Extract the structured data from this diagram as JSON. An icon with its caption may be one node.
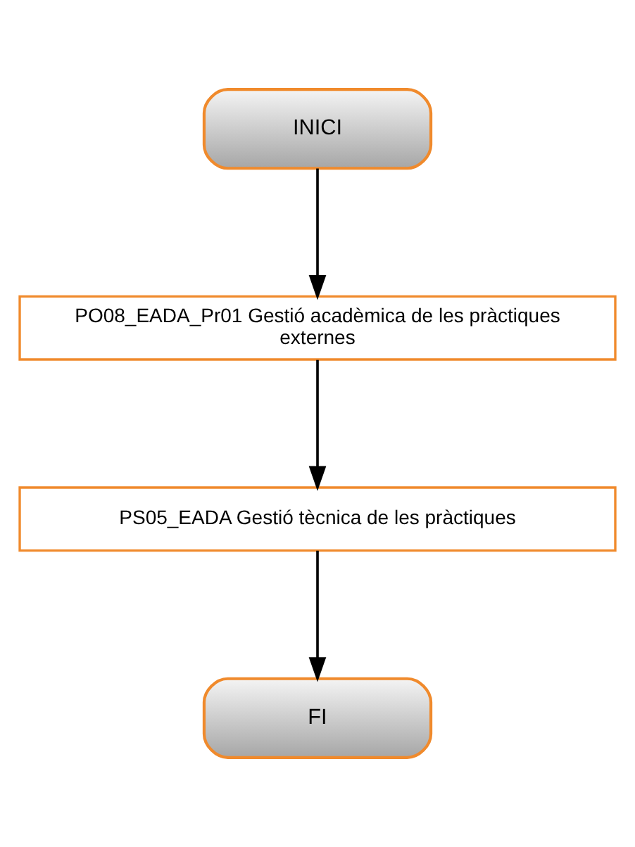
{
  "diagram": {
    "nodes": [
      {
        "text": [
          "INICI"
        ]
      },
      {
        "text": [
          "PO08_EADA_Pr01 Gestió acadèmica de les pràctiques externes"
        ]
      },
      {
        "text": [
          "PS05_EADA Gestió tècnica de les pràctiques"
        ]
      },
      {
        "text": [
          "FI"
        ]
      }
    ],
    "edges": [
      {
        "from": 0,
        "to": 1,
        "arrow": "to"
      },
      {
        "from": 1,
        "to": 2,
        "arrow": "to"
      },
      {
        "from": 2,
        "to": 3,
        "arrow": "to"
      }
    ]
  }
}
